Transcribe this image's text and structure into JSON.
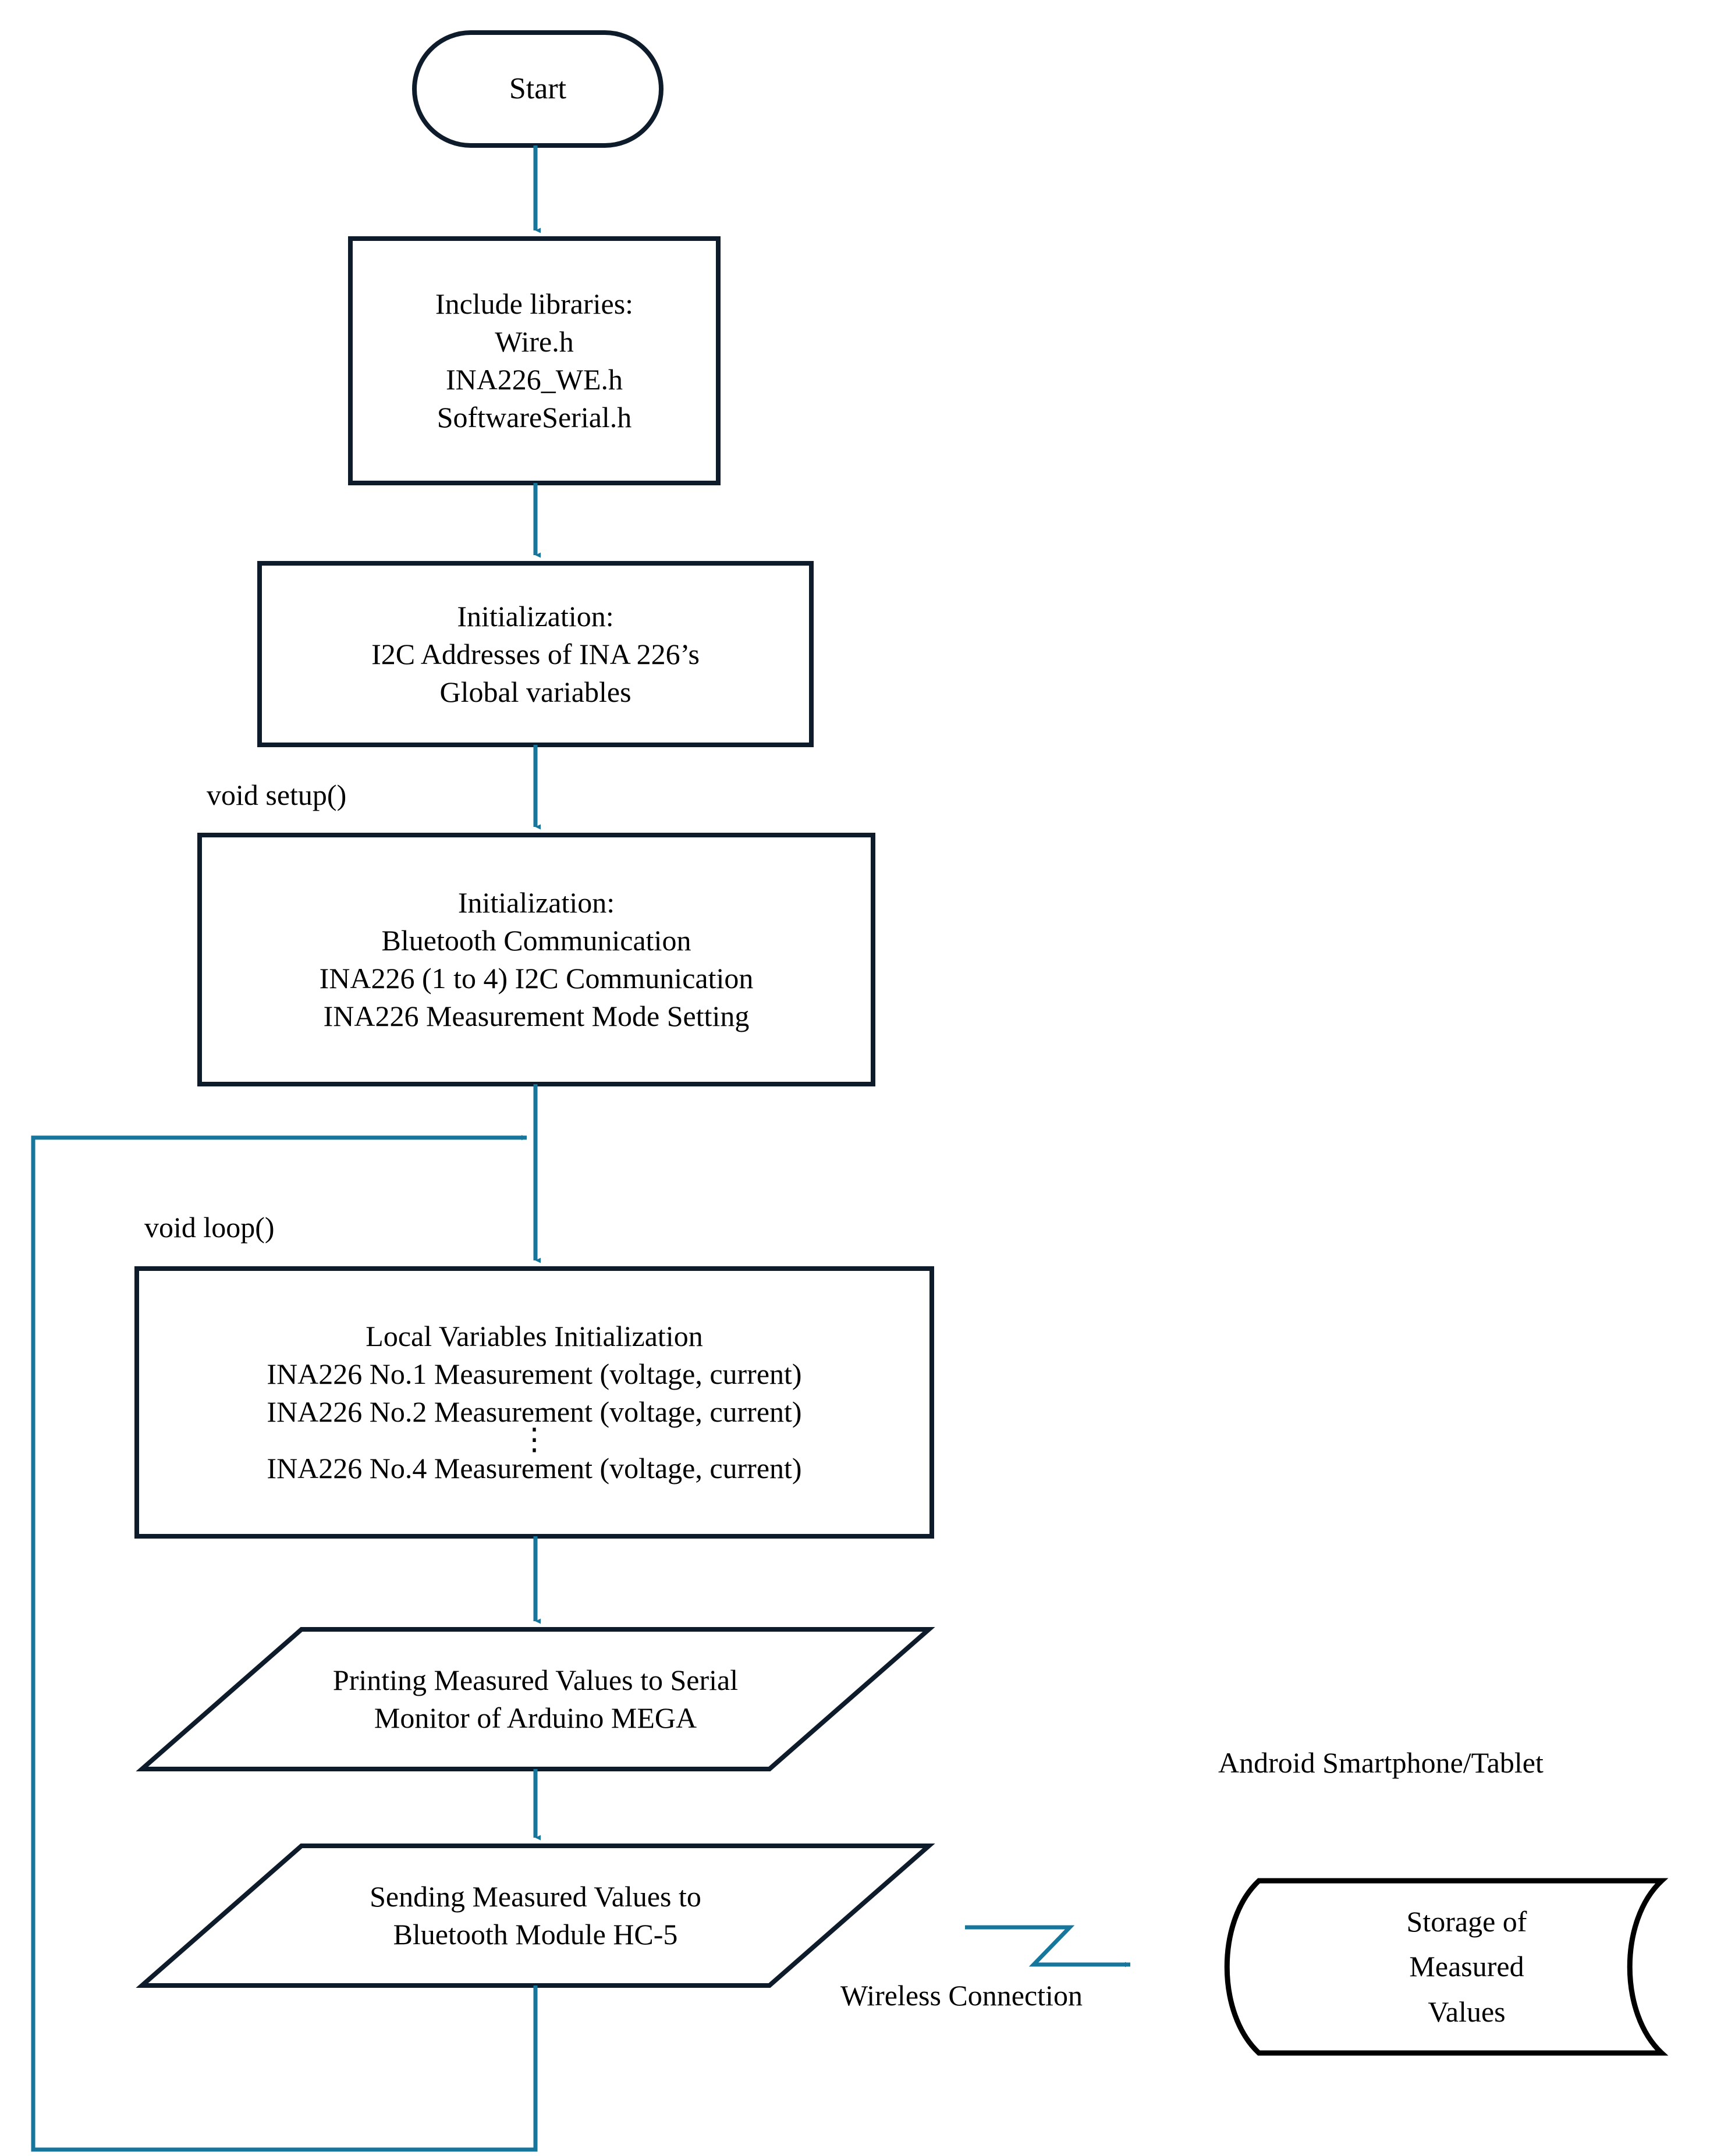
{
  "diagram": {
    "title": "Arduino MEGA INA226 measurement program flowchart",
    "colors": {
      "node_stroke": "#0d1b2a",
      "connector": "#17769c",
      "text": "#000000",
      "background": "#ffffff"
    },
    "nodes": {
      "start": {
        "shape": "terminator",
        "lines": [
          "Start"
        ]
      },
      "include_libraries": {
        "shape": "process",
        "lines": [
          "Include libraries:",
          "Wire.h",
          "INA226_WE.h",
          "SoftwareSerial.h"
        ]
      },
      "global_init": {
        "shape": "process",
        "lines": [
          "Initialization:",
          "I2C Addresses of INA 226’s",
          "Global variables"
        ]
      },
      "setup_init": {
        "shape": "process",
        "lines": [
          "Initialization:",
          "Bluetooth Communication",
          "INA226 (1 to 4) I2C Communication",
          "INA226 Measurement Mode Setting"
        ]
      },
      "loop_measure": {
        "shape": "process",
        "lines": [
          "Local Variables Initialization",
          "INA226 No.1 Measurement (voltage, current)",
          "INA226 No.2 Measurement (voltage, current)",
          "⋮",
          "INA226 No.4 Measurement (voltage, current)"
        ]
      },
      "print_serial": {
        "shape": "input-output",
        "lines": [
          "Printing Measured Values to Serial",
          "Monitor of Arduino MEGA"
        ]
      },
      "send_bluetooth": {
        "shape": "input-output",
        "lines": [
          "Sending Measured Values to",
          "Bluetooth Module HC-5"
        ]
      },
      "storage": {
        "shape": "stored-data",
        "lines": [
          "Storage of",
          "Measured",
          "Values"
        ]
      }
    },
    "labels": {
      "setup_function": "void setup()",
      "loop_function": "void loop()",
      "wireless_connection": "Wireless Connection",
      "android_device": "Android Smartphone/Tablet"
    }
  }
}
